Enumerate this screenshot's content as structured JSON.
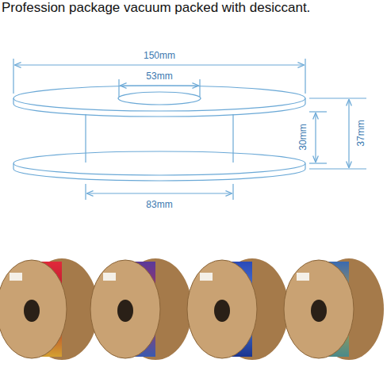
{
  "diagram": {
    "title": "Profession package vacuum packed with desiccant.",
    "labels": [
      "150mm",
      "53mm",
      "30mm",
      "37mm",
      "83mm"
    ]
  }
}
